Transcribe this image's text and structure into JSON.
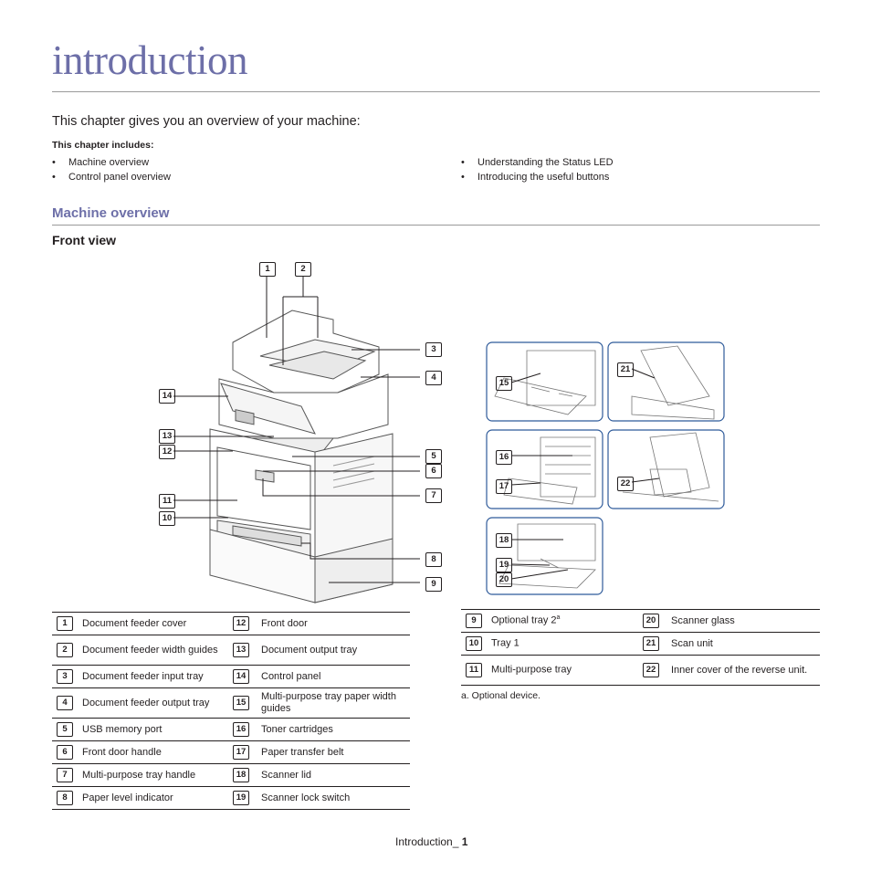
{
  "chapter": {
    "title": "introduction",
    "lead": "This chapter gives you an overview of your machine:",
    "includes_heading": "This chapter includes:",
    "includes_left": [
      "Machine overview",
      "Control panel overview"
    ],
    "includes_right": [
      "Understanding the Status LED",
      "Introducing the useful buttons"
    ]
  },
  "section": {
    "title": "Machine overview",
    "subtitle": "Front view"
  },
  "callouts": [
    "1",
    "2",
    "3",
    "4",
    "5",
    "6",
    "7",
    "8",
    "9",
    "10",
    "11",
    "12",
    "13",
    "14",
    "15",
    "16",
    "17",
    "18",
    "19",
    "20",
    "21",
    "22"
  ],
  "table_left": [
    {
      "n1": "1",
      "l1": "Document feeder cover",
      "n2": "12",
      "l2": "Front door"
    },
    {
      "n1": "2",
      "l1": "Document feeder width guides",
      "n2": "13",
      "l2": "Document output tray"
    },
    {
      "n1": "3",
      "l1": "Document feeder input tray",
      "n2": "14",
      "l2": "Control panel"
    },
    {
      "n1": "4",
      "l1": "Document feeder output tray",
      "n2": "15",
      "l2": "Multi-purpose tray paper width guides"
    },
    {
      "n1": "5",
      "l1": "USB memory port",
      "n2": "16",
      "l2": "Toner cartridges"
    },
    {
      "n1": "6",
      "l1": "Front door handle",
      "n2": "17",
      "l2": "Paper transfer belt"
    },
    {
      "n1": "7",
      "l1": "Multi-purpose tray handle",
      "n2": "18",
      "l2": "Scanner lid"
    },
    {
      "n1": "8",
      "l1": "Paper level indicator",
      "n2": "19",
      "l2": "Scanner lock switch"
    }
  ],
  "table_right": [
    {
      "n1": "9",
      "l1": "Optional tray 2",
      "sup": "a",
      "n2": "20",
      "l2": "Scanner glass"
    },
    {
      "n1": "10",
      "l1": "Tray 1",
      "sup": "",
      "n2": "21",
      "l2": "Scan unit"
    },
    {
      "n1": "11",
      "l1": "Multi-purpose tray",
      "sup": "",
      "n2": "22",
      "l2": "Inner cover of the reverse unit."
    }
  ],
  "footnote": "a. Optional device.",
  "footer": {
    "label": "Introduction_ ",
    "page": "1"
  }
}
